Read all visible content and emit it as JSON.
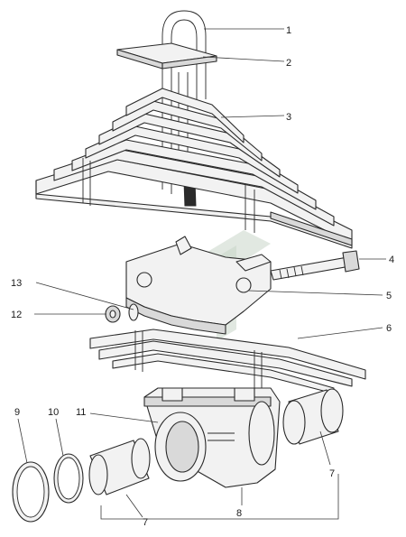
{
  "diagram": {
    "callouts": [
      {
        "id": "1",
        "label": "1"
      },
      {
        "id": "2",
        "label": "2"
      },
      {
        "id": "3",
        "label": "3"
      },
      {
        "id": "4",
        "label": "4"
      },
      {
        "id": "5",
        "label": "5"
      },
      {
        "id": "6",
        "label": "6"
      },
      {
        "id": "7a",
        "label": "7"
      },
      {
        "id": "7b",
        "label": "7"
      },
      {
        "id": "8",
        "label": "8"
      },
      {
        "id": "9",
        "label": "9"
      },
      {
        "id": "10",
        "label": "10"
      },
      {
        "id": "11",
        "label": "11"
      },
      {
        "id": "12",
        "label": "12"
      },
      {
        "id": "13",
        "label": "13"
      }
    ]
  }
}
